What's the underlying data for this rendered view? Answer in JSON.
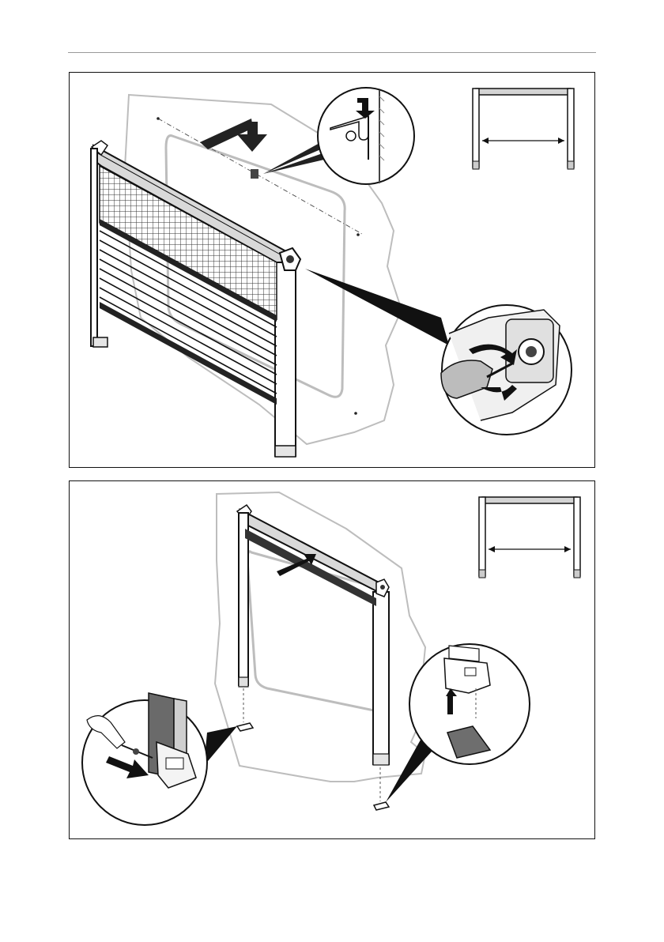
{
  "document": {
    "type": "installation-instructions-page",
    "colors": {
      "line": "#111111",
      "wall": "#bdbdbd",
      "screen": "#3a3a3a",
      "arrow": "#222222",
      "header_rule": "#9a9a9a"
    }
  },
  "steps": [
    {
      "illustration": "roller-screen-frame-hung-on-wall-with-hook-detail-and-corner-screw-detail",
      "icons": [
        "hook-detail-icon",
        "frame-width-icon",
        "screwdriver-detail-icon"
      ]
    },
    {
      "illustration": "frame-fitted-into-opening-with-foot-clip-details",
      "icons": [
        "frame-width-icon",
        "screw-foot-detail-icon",
        "foot-cap-detail-icon"
      ]
    }
  ]
}
